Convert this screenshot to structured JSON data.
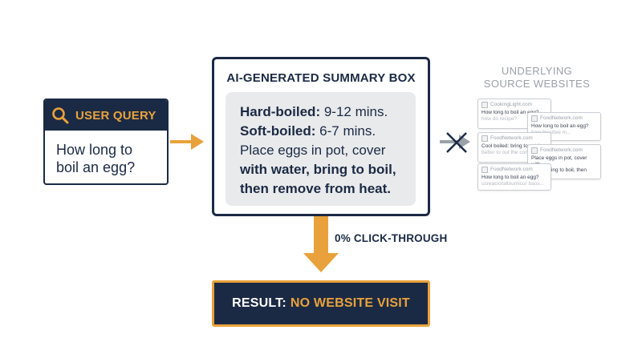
{
  "user_query": {
    "label": "USER QUERY",
    "text": "How long to boil an egg?",
    "icon": "search-icon"
  },
  "summary": {
    "title": "AI-GENERATED SUMMARY BOX",
    "hard_label": "Hard-boiled:",
    "hard_value": "9-12 mins.",
    "soft_label": "Soft-boiled:",
    "soft_value": "6-7 mins.",
    "instruction_line1": "Place eggs in pot, cover",
    "instruction_line2": "with water, bring to boil,",
    "instruction_line3": "then remove from heat."
  },
  "sources": {
    "label_line1": "UNDERLYING",
    "label_line2": "SOURCE WEBSITES",
    "cards": [
      {
        "site": "CookingLight.com",
        "line1": "How long to boil an egg?",
        "line2": "how do recipe?"
      },
      {
        "site": "FoodNetwork.com",
        "line1": "How long to boil an egg?",
        "line2": "how fpnsttee m..."
      },
      {
        "site": "FoodNetwork.com",
        "line1": "Cool boiled: bring to eat is",
        "line2": "better to out the conserval..."
      },
      {
        "site": "FoodNetwork.com",
        "line1": "Place eggs in pot, cover with",
        "line2": "water, bring to boil, then"
      },
      {
        "site": "FoodNetwork.com",
        "line1": "How long to boil an egg?",
        "line2": "usreacioraltoumicur baos..."
      }
    ]
  },
  "flow": {
    "click_through_label": "0% CLICK-THROUGH"
  },
  "result": {
    "prefix": "RESULT:",
    "value": "NO WEBSITE VISIT"
  },
  "colors": {
    "navy": "#1b2a44",
    "orange": "#e9a23b",
    "gray": "#9aa1aa"
  }
}
